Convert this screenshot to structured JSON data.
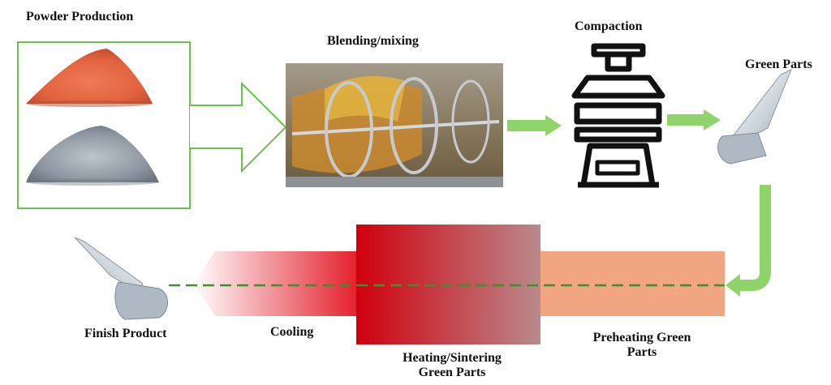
{
  "labels": {
    "powder_production": "Powder Production",
    "blending_mixing": "Blending/mixing",
    "compaction": "Compaction",
    "green_parts": "Green Parts",
    "finish_product": "Finish Product",
    "cooling": "Cooling",
    "heating_sintering_line1": "Heating/Sintering",
    "heating_sintering_line2": "Green Parts",
    "preheating_line1": "Preheating Green",
    "preheating_line2": "Parts"
  },
  "colors": {
    "frame_green": "#6bbf4e",
    "arrow_green": "#8fd46a",
    "heating_red": "#d0000e",
    "heating_mauve": "#b98a8c",
    "preheat_orange": "#f1a580",
    "dashed_line": "#3f8f2f",
    "part_gray": "#b7c3cc"
  },
  "icons": {
    "powder_images": [
      "red-powder-pile",
      "gray-powder-pile"
    ],
    "mixer_image": "ribbon-blender-photo",
    "press_icon": "compaction-press-icon",
    "green_part_icon": "turbine-blade-icon",
    "finished_part_icon": "turbine-blade-icon"
  }
}
